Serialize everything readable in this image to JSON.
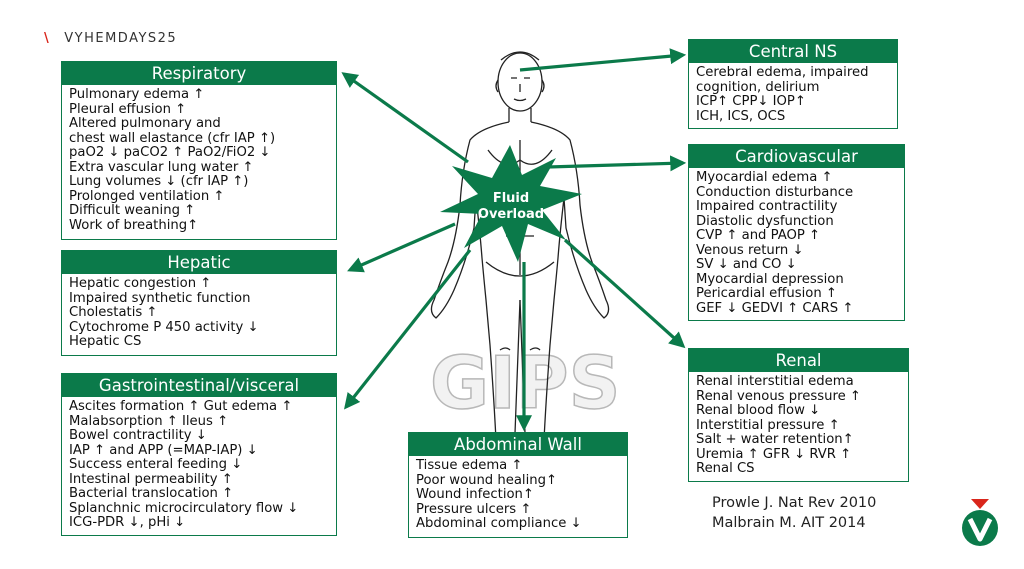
{
  "brand": "VYHEMDAYS25",
  "center_label": [
    "Fluid",
    "Overload"
  ],
  "watermark": "GIPS",
  "colors": {
    "accent": "#0b7a4a",
    "brand_red": "#d9261c"
  },
  "boxes": [
    {
      "id": "respiratory",
      "title": "Respiratory",
      "lines": [
        "Pulmonary edema ↑",
        "Pleural effusion ↑",
        "Altered pulmonary and",
        "chest wall elastance (cfr IAP ↑)",
        "paO2 ↓ paCO2 ↑ PaO2/FiO2 ↓",
        "Extra vascular lung water ↑",
        "Lung volumes ↓ (cfr IAP ↑)",
        "Prolonged ventilation ↑",
        "Difficult weaning ↑",
        "Work of breathing↑"
      ]
    },
    {
      "id": "hepatic",
      "title": "Hepatic",
      "lines": [
        "Hepatic congestion ↑",
        "Impaired synthetic function",
        "Cholestatis ↑",
        "Cytochrome P 450 activity ↓",
        "Hepatic CS"
      ]
    },
    {
      "id": "gi",
      "title": "Gastrointestinal/visceral",
      "lines": [
        "Ascites formation ↑ Gut edema ↑",
        "Malabsorption ↑ Ileus ↑",
        "Bowel contractility ↓",
        "IAP ↑ and APP (=MAP-IAP) ↓",
        "Success enteral feeding ↓",
        "Intestinal permeability ↑",
        "Bacterial translocation ↑",
        "Splanchnic microcirculatory flow ↓",
        "ICG-PDR ↓, pHi ↓"
      ]
    },
    {
      "id": "cns",
      "title": "Central NS",
      "lines": [
        "Cerebral edema, impaired",
        "cognition, delirium",
        "ICP↑ CPP↓ IOP↑",
        "ICH, ICS, OCS"
      ]
    },
    {
      "id": "cardio",
      "title": "Cardiovascular",
      "lines": [
        "Myocardial edema ↑",
        "Conduction disturbance",
        "Impaired contractility",
        "Diastolic dysfunction",
        "CVP ↑ and PAOP ↑",
        "Venous return ↓",
        "SV ↓ and CO ↓",
        "Myocardial depression",
        "Pericardial effusion ↑",
        "GEF ↓ GEDVI ↑ CARS ↑"
      ]
    },
    {
      "id": "renal",
      "title": "Renal",
      "lines": [
        "Renal interstitial edema",
        "Renal venous pressure ↑",
        "Renal blood flow ↓",
        "Interstitial pressure ↑",
        "Salt + water retention↑",
        "Uremia ↑ GFR ↓ RVR ↑",
        "Renal CS"
      ]
    },
    {
      "id": "abdominal",
      "title": "Abdominal Wall",
      "lines": [
        "Tissue edema ↑",
        "Poor wound healing↑",
        "Wound infection↑",
        "Pressure ulcers ↑",
        "Abdominal compliance ↓"
      ]
    }
  ],
  "references": [
    "Prowle J. Nat Rev 2010",
    "Malbrain M. AIT 2014"
  ]
}
